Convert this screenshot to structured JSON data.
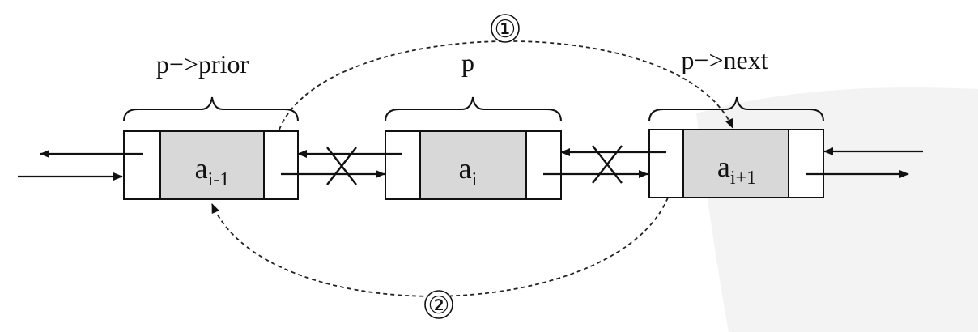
{
  "labels": {
    "prior": "p−>prior",
    "p": "p",
    "next": "p−>next"
  },
  "nodes": [
    {
      "name": "a",
      "sub": "i-1"
    },
    {
      "name": "a",
      "sub": "i"
    },
    {
      "name": "a",
      "sub": "i+1"
    }
  ],
  "steps": {
    "one": "①",
    "two": "②"
  }
}
